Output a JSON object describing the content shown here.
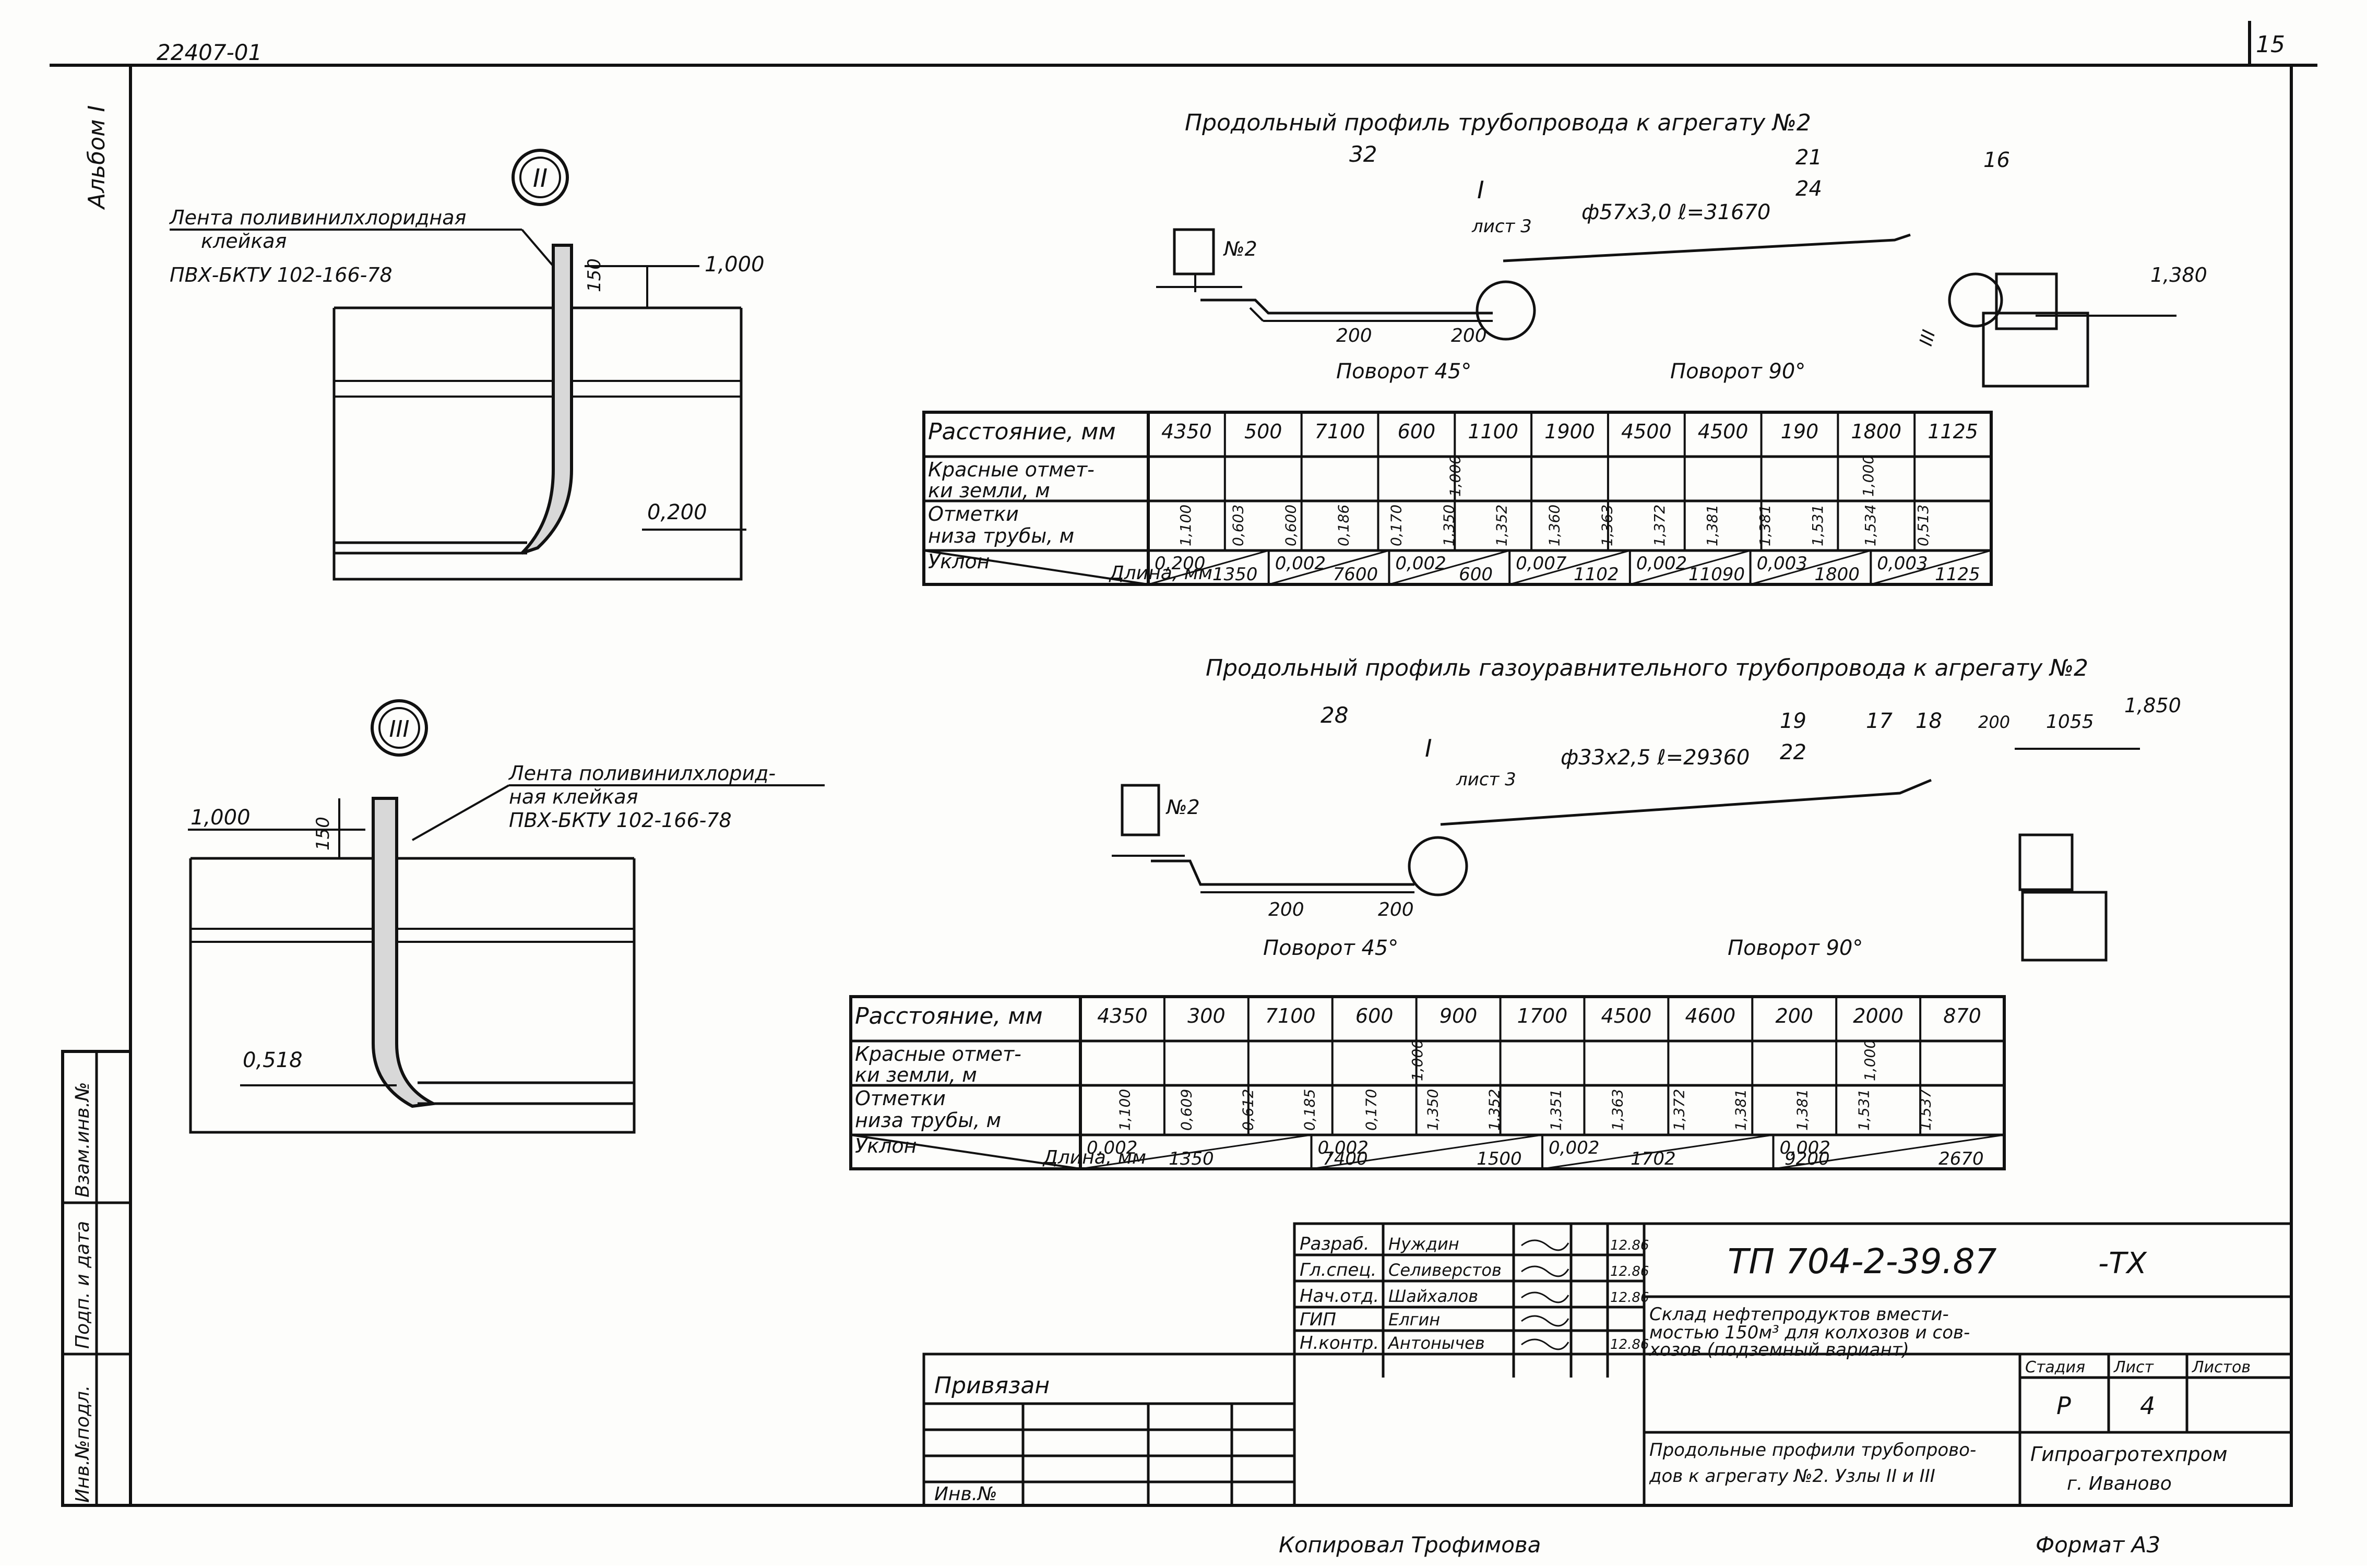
{
  "sheet": {
    "doc_code": "22407-01",
    "page_no": "15",
    "album": "Альбом I",
    "copied_by": "Копировал Трофимова",
    "format": "Формат А3"
  },
  "side_stamp": [
    "Инв.№подл.",
    "Подп. и дата",
    "Взам.инв.№"
  ],
  "node2": {
    "label": "II",
    "tape": [
      "Лента поливинилхлоридная",
      "клейкая",
      "ПВХ-БКТУ 102-166-78"
    ],
    "dim": "150",
    "top_mark": "1,000",
    "bottom_mark": "0,200"
  },
  "node3": {
    "label": "III",
    "tape": [
      "Лента поливинилхлорид-",
      "ная клейкая",
      "ПВХ-БКТУ 102-166-78"
    ],
    "dim": "150",
    "top_mark": "1,000",
    "bottom_mark": "0,518"
  },
  "profile1": {
    "title": "Продольный профиль трубопровода к агрегату №2",
    "unit": "№2",
    "callouts": [
      "32",
      "I",
      "лист 3",
      "ф57х3,0 ℓ=31670",
      "21",
      "24",
      "16",
      "III"
    ],
    "dims": [
      "200",
      "200"
    ],
    "turn45": "Поворот 45°",
    "turn90": "Поворот 90°",
    "end_mark": "1,380",
    "rows": {
      "distance": "Расстояние, мм",
      "red": [
        "Красные отмет-",
        "ки земли, м"
      ],
      "pipe": [
        "Отметки",
        "низа трубы, м"
      ],
      "slope": "Уклон",
      "length": "Длина, мм"
    },
    "distances": [
      "4350",
      "500",
      "7100",
      "600",
      "1100",
      "1900",
      "4500",
      "4500",
      "190",
      "1800",
      "1125"
    ],
    "red_marks": [
      "1,000",
      "1,000"
    ],
    "pipe_marks": [
      "1,100",
      "0,603",
      "0,600",
      "0,186",
      "0,170",
      "1,350",
      "1,352",
      "1,360",
      "1,363",
      "1,372",
      "1,381",
      "1,381",
      "1,531",
      "1,534",
      "0,513"
    ],
    "slopes": [
      "0,200",
      "0,002",
      "0,002",
      "0,007",
      "0,002",
      "0,003",
      "0,003"
    ],
    "lengths": [
      "1350",
      "7600",
      "600",
      "1102",
      "11090",
      "1800",
      "1125"
    ]
  },
  "profile2": {
    "title": "Продольный профиль газоуравнительного трубопровода к агрегату №2",
    "unit": "№2",
    "callouts": [
      "28",
      "I",
      "лист 3",
      "ф33х2,5 ℓ=29360",
      "19",
      "22",
      "17",
      "18",
      "200",
      "1055"
    ],
    "dims": [
      "200",
      "200"
    ],
    "turn45": "Поворот 45°",
    "turn90": "Поворот 90°",
    "end_mark": "1,850",
    "rows": {
      "distance": "Расстояние, мм",
      "red": [
        "Красные отмет-",
        "ки земли, м"
      ],
      "pipe": [
        "Отметки",
        "низа трубы, м"
      ],
      "slope": "Уклон",
      "length": "Длина, мм"
    },
    "distances": [
      "4350",
      "300",
      "7100",
      "600",
      "900",
      "1700",
      "4500",
      "4600",
      "200",
      "2000",
      "870"
    ],
    "red_marks": [
      "1,000",
      "1,000"
    ],
    "pipe_marks": [
      "1,100",
      "0,609",
      "0,612",
      "0,185",
      "0,170",
      "1,350",
      "1,352",
      "1,351",
      "1,363",
      "1,372",
      "1,381",
      "1,381",
      "1,531",
      "1,537"
    ],
    "slopes": [
      "0,002",
      "0,002",
      "0,002",
      "0,002"
    ],
    "lengths": [
      "1350",
      "7400",
      "1500",
      "1702",
      "9200",
      "2670"
    ]
  },
  "title_block": {
    "code": "ТП 704-2-39.87",
    "suffix": "-ТХ",
    "privyazan": "Привязан",
    "inv": "Инв.№",
    "people": [
      {
        "role": "Разраб.",
        "name": "Нуждин",
        "date": "12.86"
      },
      {
        "role": "Гл.спец.",
        "name": "Селиверстов",
        "date": "12.86"
      },
      {
        "role": "Нач.отд.",
        "name": "Шайхалов",
        "date": "12.86"
      },
      {
        "role": "ГИП",
        "name": "Елгин",
        "date": ""
      },
      {
        "role": "Н.контр.",
        "name": "Антонычев",
        "date": "12.86"
      }
    ],
    "description": [
      "Склад нефтепродуктов вмести-",
      "мостью 150м³ для колхозов и сов-",
      "хозов (подземный вариант)"
    ],
    "sheet_title": [
      "Продольные профили трубопрово-",
      "дов к агрегату №2. Узлы II и III"
    ],
    "stage_h": "Стадия",
    "sheet_h": "Лист",
    "sheets_h": "Листов",
    "stage": "Р",
    "sheet": "4",
    "org": [
      "Гипроагротехпром",
      "г. Иваново"
    ]
  }
}
